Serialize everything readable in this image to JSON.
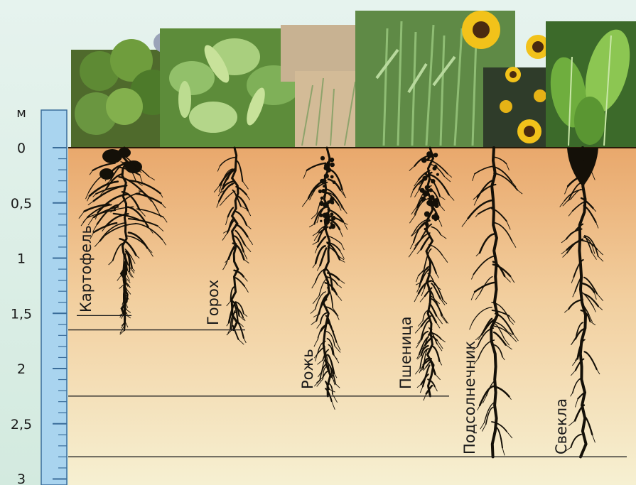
{
  "scale": {
    "unit": "м",
    "ticks": [
      "0",
      "0,5",
      "1",
      "1,5",
      "2",
      "2,5",
      "3"
    ],
    "max_depth_m": 3
  },
  "plants": [
    {
      "name": "Картофель",
      "depth_m": 1.52
    },
    {
      "name": "Горох",
      "depth_m": 1.65
    },
    {
      "name": "Рожь",
      "depth_m": 2.25
    },
    {
      "name": "Пшеница",
      "depth_m": 2.25
    },
    {
      "name": "Подсолнечник",
      "depth_m": 2.8
    },
    {
      "name": "Свекла",
      "depth_m": 2.8
    }
  ],
  "colors": {
    "background": "#d8ece4",
    "soil_top": "#e9a86c",
    "soil_bottom": "#f6f0d2",
    "ruler_fill": "#a9d4ef",
    "ruler_edge": "#3a6d9a",
    "root": "#141008"
  }
}
